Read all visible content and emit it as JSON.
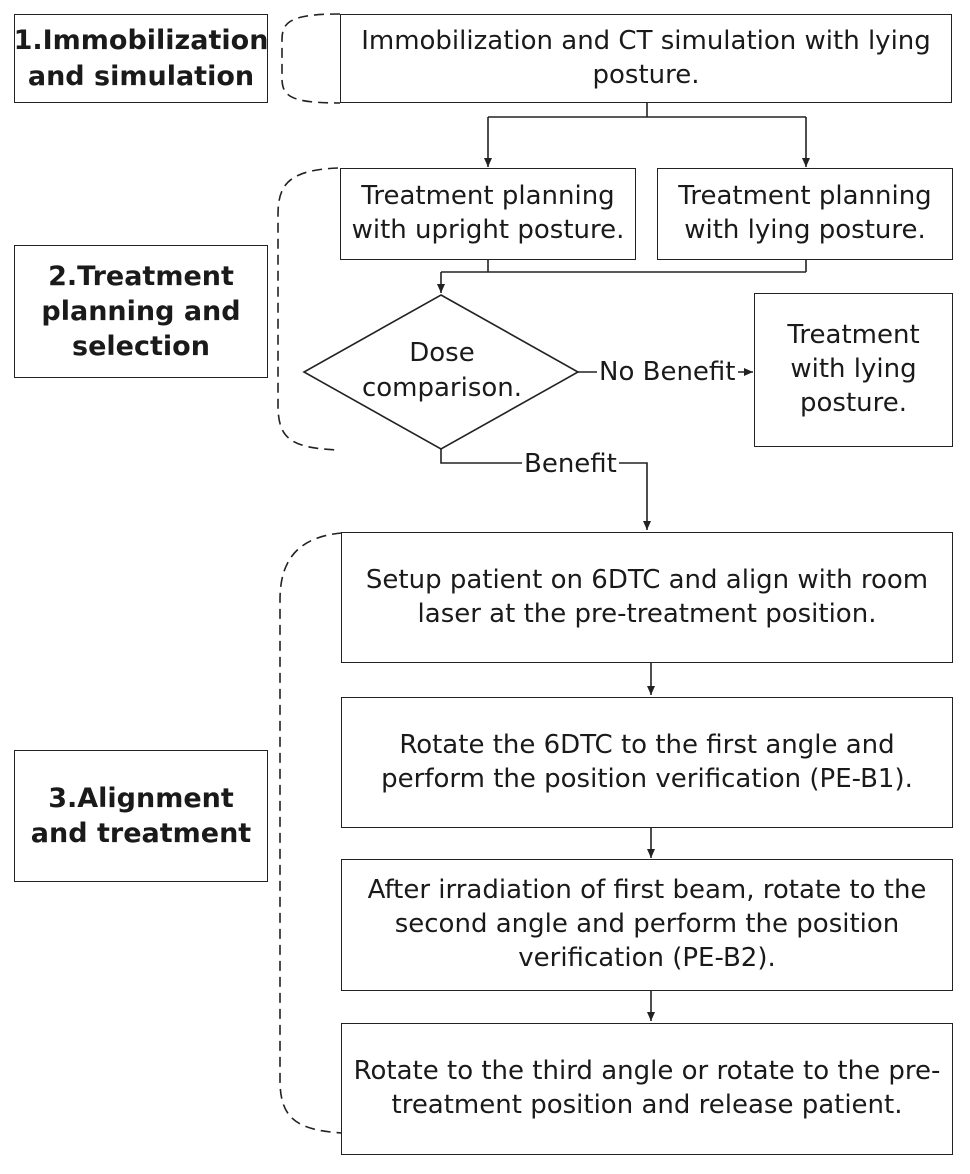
{
  "stages": {
    "s1": "1.Immobilization and simulation",
    "s2": "2.Treatment planning and selection",
    "s3": "3.Alignment and treatment"
  },
  "steps": {
    "immobilization": "Immobilization and CT simulation with lying posture.",
    "plan_upright": "Treatment planning with upright posture.",
    "plan_lying": "Treatment planning with lying posture.",
    "dose_comparison": "Dose comparison.",
    "treat_lying": "Treatment with lying posture.",
    "setup": "Setup patient on 6DTC and align with room laser  at the pre-treatment position.",
    "rotate_first": "Rotate the 6DTC to the first angle and perform the position verification (PE-B1).",
    "second_angle": "After irradiation of first beam,  rotate to the second angle and perform the position verification (PE-B2).",
    "third_angle": "Rotate to the third angle or rotate to the pre-treatment position and release patient."
  },
  "edges": {
    "no_benefit": "No Benefit",
    "benefit": "Benefit"
  }
}
